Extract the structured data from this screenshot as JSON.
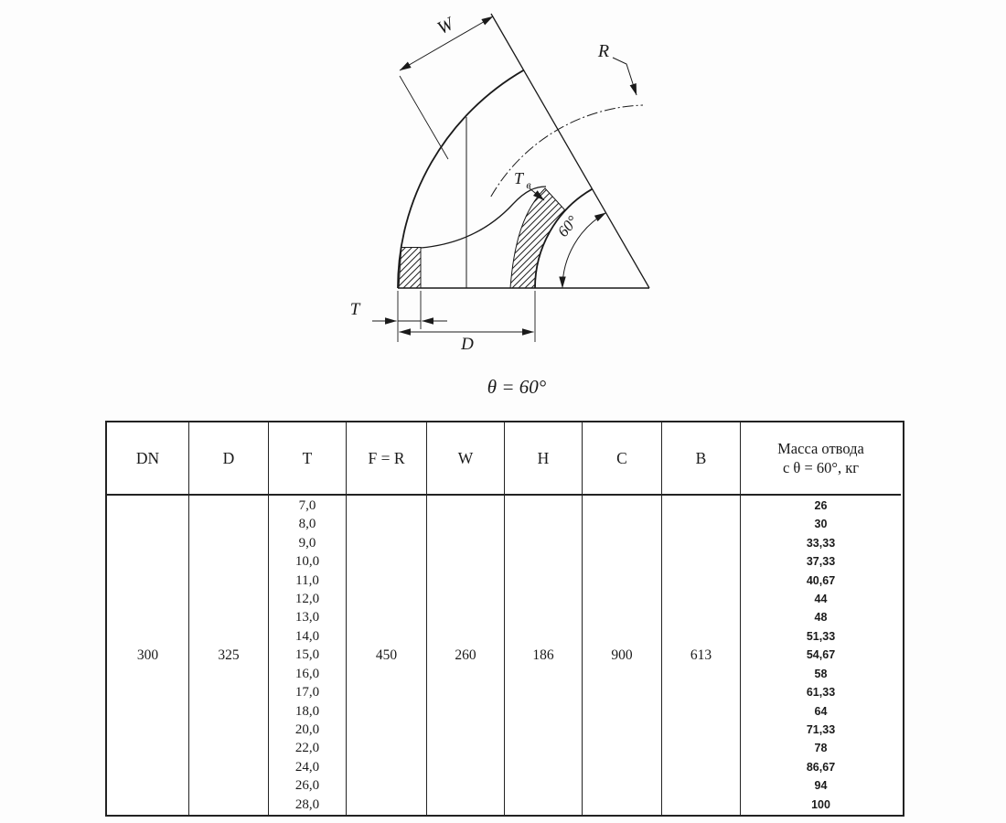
{
  "diagram": {
    "labels": {
      "w": "W",
      "r": "R",
      "tv_main": "T",
      "tv_sub": "в",
      "angle": "60°",
      "t": "T",
      "d": "D",
      "caption": "θ = 60°"
    }
  },
  "table": {
    "headers": [
      "DN",
      "D",
      "T",
      "F = R",
      "W",
      "H",
      "C",
      "B"
    ],
    "mass_header_line1": "Масса отвода",
    "mass_header_line2": "с θ = 60°, кг",
    "row": {
      "dn": "300",
      "d": "325",
      "t_values": [
        "7,0",
        "8,0",
        "9,0",
        "10,0",
        "11,0",
        "12,0",
        "13,0",
        "14,0",
        "15,0",
        "16,0",
        "17,0",
        "18,0",
        "20,0",
        "22,0",
        "24,0",
        "26,0",
        "28,0"
      ],
      "f_r": "450",
      "w": "260",
      "h": "186",
      "c": "900",
      "b": "613",
      "mass_values": [
        "26",
        "30",
        "33,33",
        "37,33",
        "40,67",
        "44",
        "48",
        "51,33",
        "54,67",
        "58",
        "61,33",
        "64",
        "71,33",
        "78",
        "86,67",
        "94",
        "100"
      ]
    }
  }
}
